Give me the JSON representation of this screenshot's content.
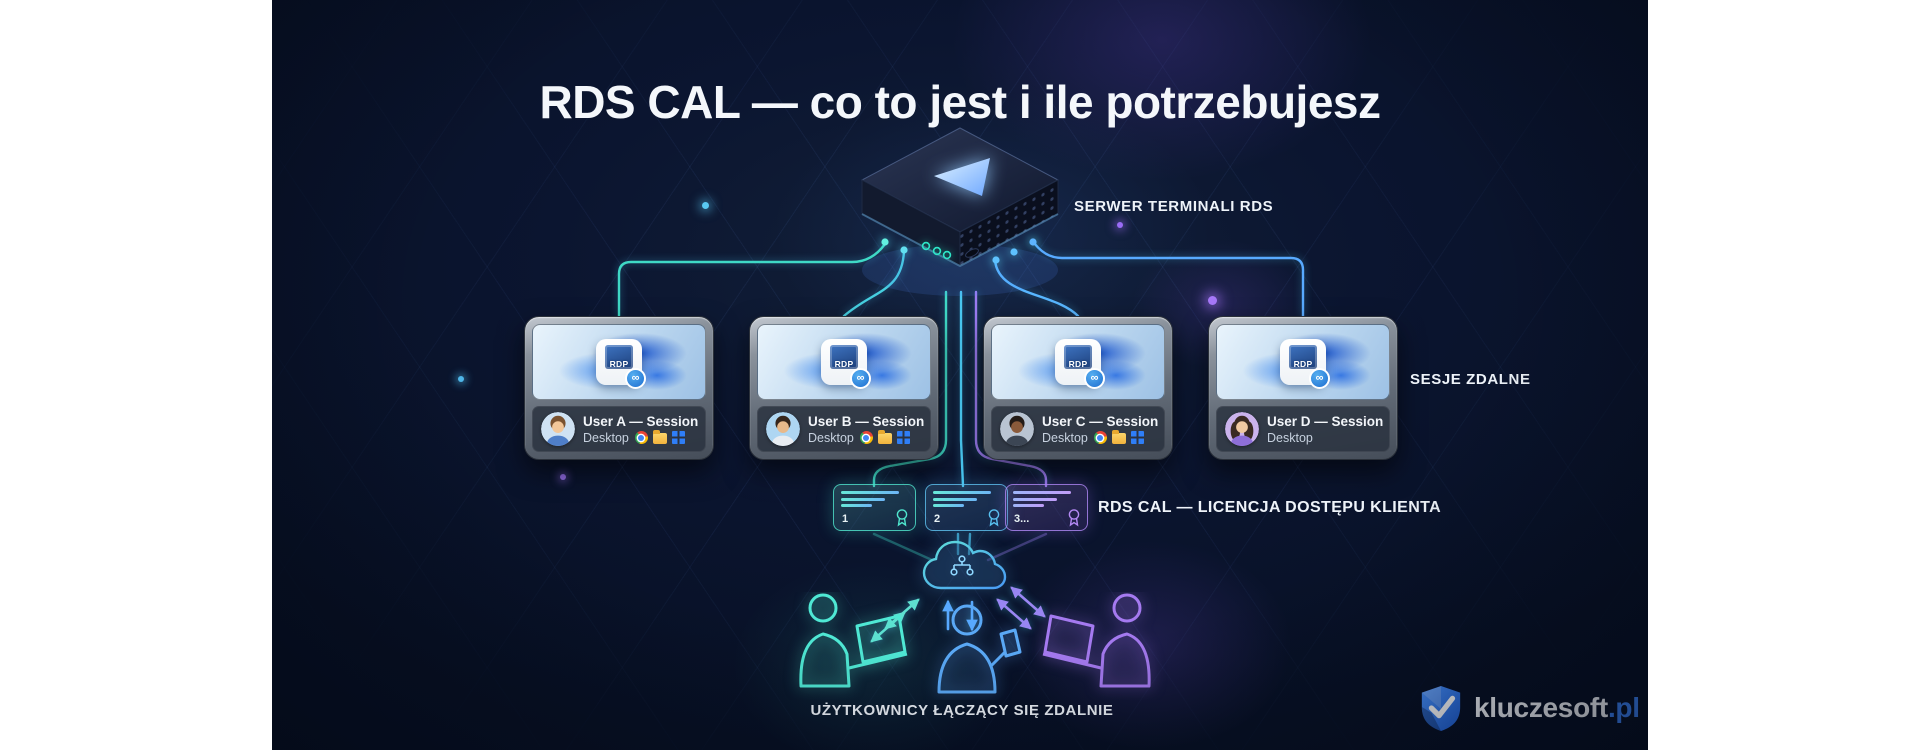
{
  "title": "RDS CAL — co to jest i ile potrzebujesz",
  "server": {
    "label": "SERWER TERMINALI RDS"
  },
  "sessions": {
    "label": "SESJE ZDALNE",
    "rdp_badge": "RDP",
    "cards": [
      {
        "user": "User A — Session",
        "desktop": "Desktop"
      },
      {
        "user": "User B — Session",
        "desktop": "Desktop"
      },
      {
        "user": "User C — Session",
        "desktop": "Desktop"
      },
      {
        "user": "User D — Session",
        "desktop": "Desktop"
      }
    ]
  },
  "licenses": {
    "label": "RDS CAL — LICENCJA DOSTĘPU KLIENTA",
    "cards": [
      {
        "number": "1",
        "accent": "#4fe5cd"
      },
      {
        "number": "2",
        "accent": "#58c2f0"
      },
      {
        "number": "3...",
        "accent": "#b48af5"
      }
    ]
  },
  "remote_users": {
    "label": "UŻYTKOWNICY ŁĄCZĄCY SIĘ ZDALNIE"
  },
  "logo": {
    "name": "kluczesoft",
    "tld": ".pl"
  },
  "icons": {
    "server": "rds-terminal-server-box",
    "rdp_file": "rdp-file-with-link-badge",
    "app_icons": [
      "chrome-browser",
      "file-explorer-folder",
      "windows-logo"
    ],
    "license_medal": "certificate-medal",
    "cloud": "cloud-with-network-nodes",
    "figures": [
      "user-with-laptop-teal",
      "user-with-phone-blue",
      "user-with-laptop-purple"
    ],
    "logo_shield": "kluczesoft-shield-check"
  },
  "colors": {
    "wire_teal": "#3fd9c6",
    "wire_blue": "#58aaff",
    "wire_purple": "#9a7bf0",
    "logo_blue": "#3b82f6",
    "panel_bg": "#081022"
  }
}
